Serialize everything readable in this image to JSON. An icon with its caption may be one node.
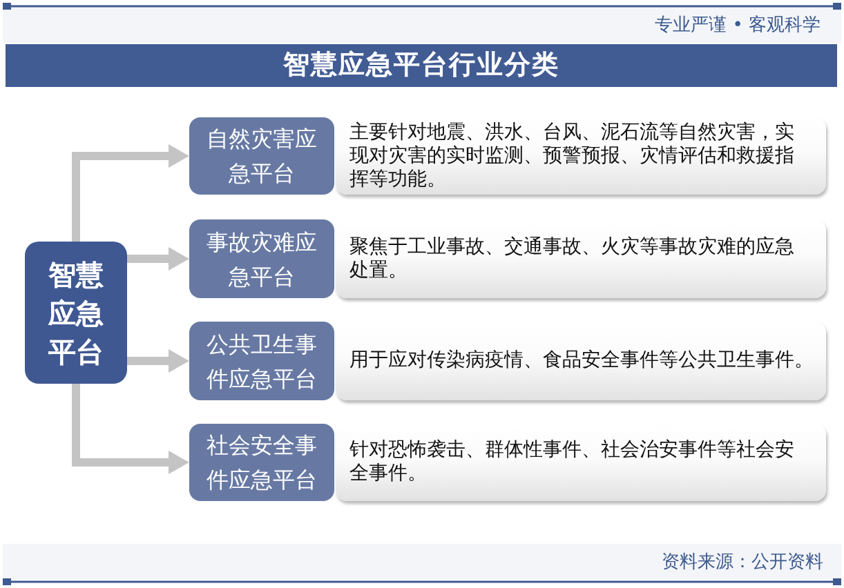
{
  "diagram": {
    "title": "智慧应急平台行业分类",
    "nodes": [
      {
        "text": [
          "智慧应急平台"
        ]
      },
      {
        "text": [
          "自然灾害应急平台"
        ]
      },
      {
        "text": [
          "事故灾难应急平台"
        ]
      },
      {
        "text": [
          "公共卫生事件应急平台"
        ]
      },
      {
        "text": [
          "社会安全事件应急平台"
        ]
      },
      {
        "text": [
          "主要针对地震、洪水、台风、泥石流等自然灾害，实现对灾害的实时监测、预警预报、灾情评估和救援指挥等功能。"
        ]
      },
      {
        "text": [
          "聚焦于工业事故、交通事故、火灾等事故灾难的应急处置。"
        ]
      },
      {
        "text": [
          "用于应对传染病疫情、食品安全事件等公共卫生事件。"
        ]
      },
      {
        "text": [
          "针对恐怖袭击、群体性事件、社会治安事件等社会安全事件。"
        ]
      }
    ],
    "edges": [
      {
        "from": 0,
        "to": 1,
        "arrow": "to"
      },
      {
        "from": 0,
        "to": 2,
        "arrow": "to"
      },
      {
        "from": 0,
        "to": 3,
        "arrow": "to"
      },
      {
        "from": 0,
        "to": 4,
        "arrow": "to"
      }
    ],
    "labels": [
      "专业严谨 • 客观科学",
      "资料来源：公开资料"
    ]
  }
}
